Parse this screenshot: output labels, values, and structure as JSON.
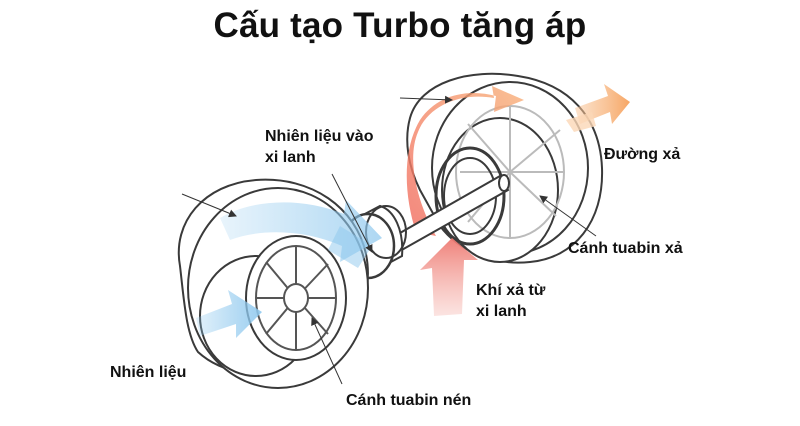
{
  "title": "Cấu tạo Turbo tăng áp",
  "labels": {
    "fuel_into_cylinder": [
      "Nhiên liệu vào",
      "xi lanh"
    ],
    "exhaust": "Đường xả",
    "turbine_blade_exhaust": "Cánh tuabin xả",
    "exhaust_from_cylinder": [
      "Khí xả từ",
      "xi lanh"
    ],
    "fuel": "Nhiên liệu",
    "compressor_blade": "Cánh tuabin nén"
  },
  "colors": {
    "flow_blue": "#a9d4ef",
    "flow_red": "#f08f86",
    "flow_orange": "#f8b47a",
    "outline": "#3a3a3a"
  }
}
